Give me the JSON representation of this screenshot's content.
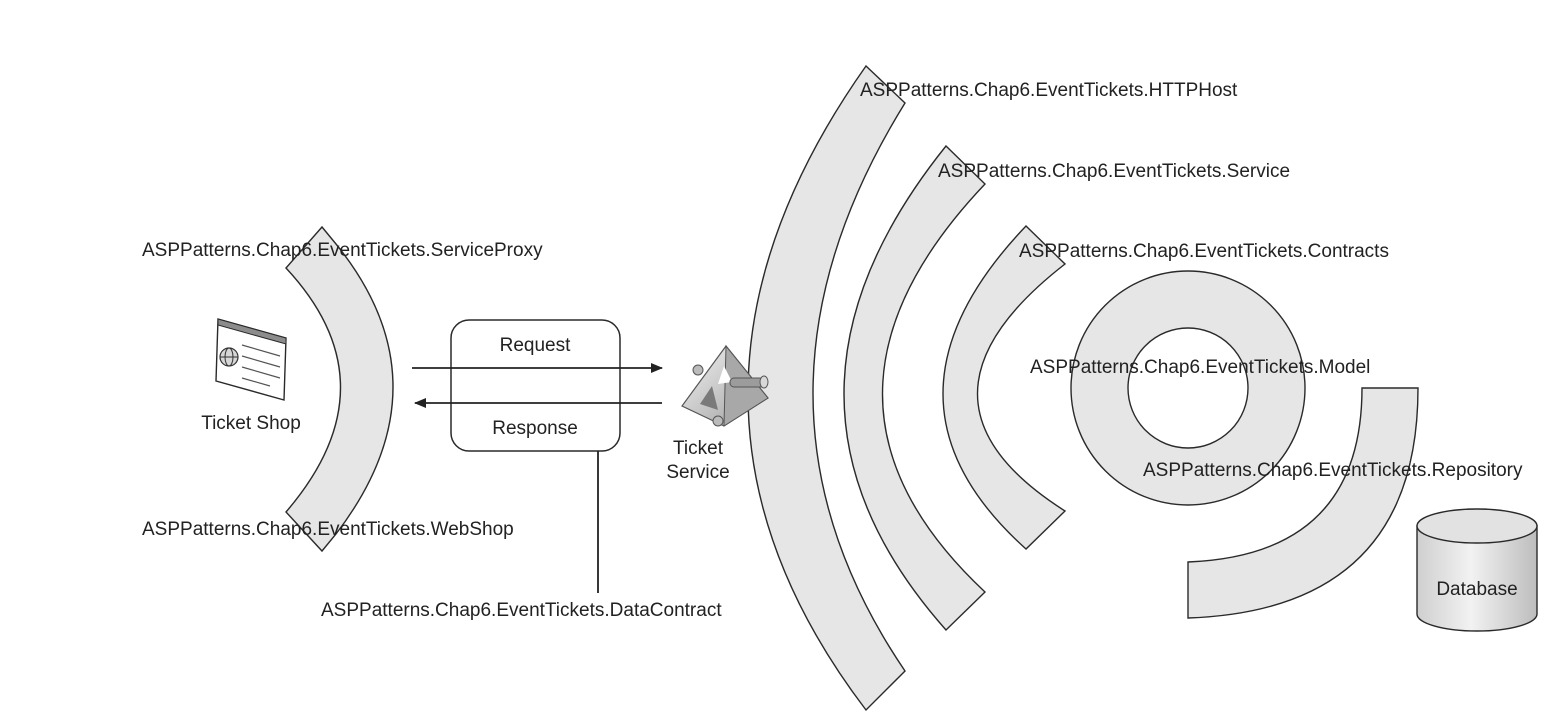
{
  "labels": {
    "http_host": "ASPPatterns.Chap6.EventTickets.HTTPHost",
    "service": "ASPPatterns.Chap6.EventTickets.Service",
    "contracts": "ASPPatterns.Chap6.EventTickets.Contracts",
    "model": "ASPPatterns.Chap6.EventTickets.Model",
    "repository": "ASPPatterns.Chap6.EventTickets.Repository",
    "service_proxy": "ASPPatterns.Chap6.EventTickets.ServiceProxy",
    "web_shop": "ASPPatterns.Chap6.EventTickets.WebShop",
    "data_contract": "ASPPatterns.Chap6.EventTickets.DataContract"
  },
  "message_box": {
    "request": "Request",
    "response": "Response"
  },
  "nodes": {
    "ticket_shop": "Ticket Shop",
    "ticket_service_line1": "Ticket",
    "ticket_service_line2": "Service",
    "database": "Database"
  }
}
